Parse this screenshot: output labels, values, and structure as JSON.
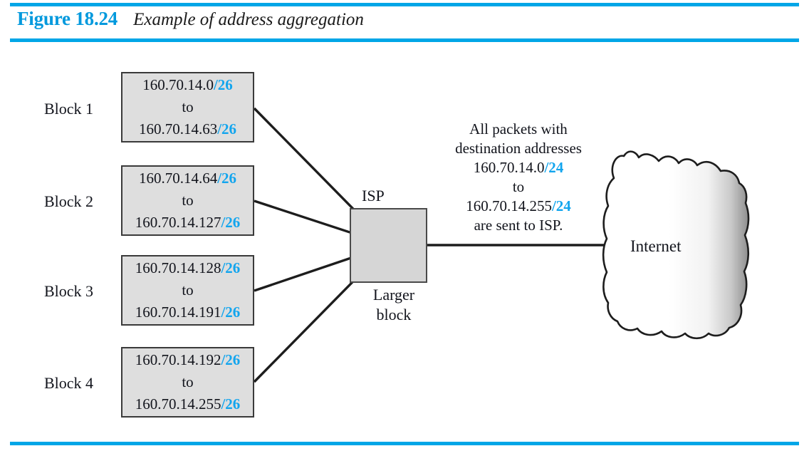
{
  "figure": {
    "label": "Figure 18.24",
    "title": "Example of address aggregation",
    "accent_color": "#00a6e7",
    "cidr_color": "#12a5ee",
    "box_fill": "#dedede",
    "router_color": "#0fb4ee"
  },
  "blocks": [
    {
      "label": "Block 1",
      "start_addr": "160.70.14.0",
      "start_prefix": "/26",
      "separator": "to",
      "end_addr": "160.70.14.63",
      "end_prefix": "/26"
    },
    {
      "label": "Block 2",
      "start_addr": "160.70.14.64",
      "start_prefix": "/26",
      "separator": "to",
      "end_addr": "160.70.14.127",
      "end_prefix": "/26"
    },
    {
      "label": "Block 3",
      "start_addr": "160.70.14.128",
      "start_prefix": "/26",
      "separator": "to",
      "end_addr": "160.70.14.191",
      "end_prefix": "/26"
    },
    {
      "label": "Block 4",
      "start_addr": "160.70.14.192",
      "start_prefix": "/26",
      "separator": "to",
      "end_addr": "160.70.14.255",
      "end_prefix": "/26"
    }
  ],
  "isp": {
    "title": "ISP",
    "caption_line1": "Larger",
    "caption_line2": "block",
    "router_icon": "router-switch-icon"
  },
  "annotation": {
    "line1": "All packets with",
    "line2": "destination addresses",
    "line3_addr": "160.70.14.0",
    "line3_prefix": "/24",
    "line4": "to",
    "line5_addr": "160.70.14.255",
    "line5_prefix": "/24",
    "line6": "are sent to ISP."
  },
  "internet": {
    "label": "Internet",
    "shape": "cloud-blob"
  }
}
